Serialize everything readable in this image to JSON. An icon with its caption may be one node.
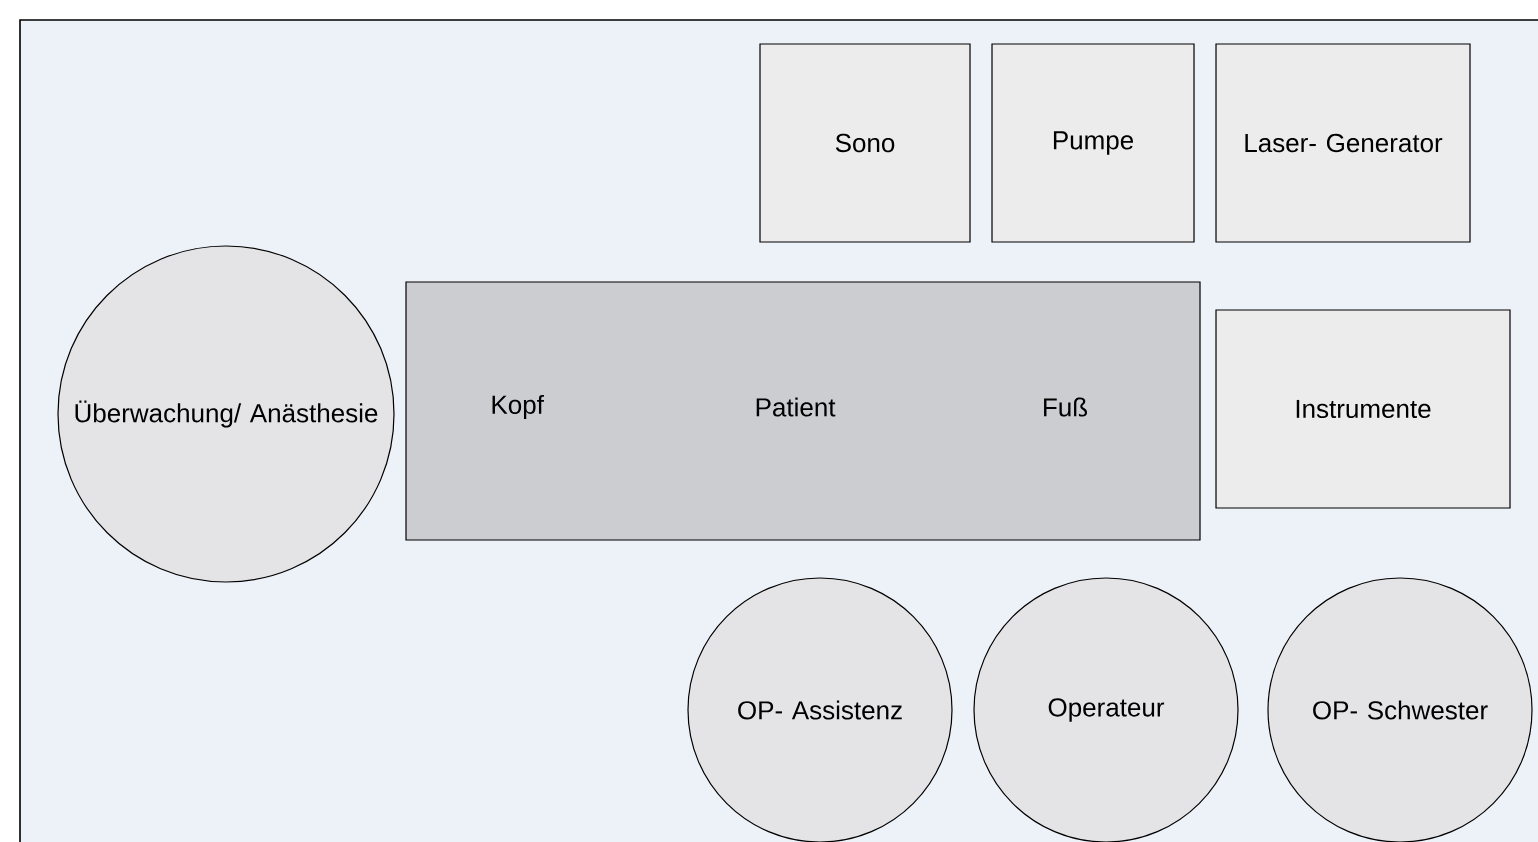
{
  "diagram": {
    "nodes": [
      {
        "text": [
          "Sono"
        ]
      },
      {
        "text": [
          "Pumpe"
        ]
      },
      {
        "text": [
          "Laser- Generator"
        ]
      },
      {
        "text": [
          "Überwachung/ Anästhesie"
        ]
      },
      {
        "text": [
          "Kopf",
          "Patient",
          "Fuß"
        ]
      },
      {
        "text": [
          "Instrumente"
        ]
      },
      {
        "text": [
          "OP- Assistenz"
        ]
      },
      {
        "text": [
          "Operateur"
        ]
      },
      {
        "text": [
          "OP- Schwester"
        ]
      }
    ]
  }
}
